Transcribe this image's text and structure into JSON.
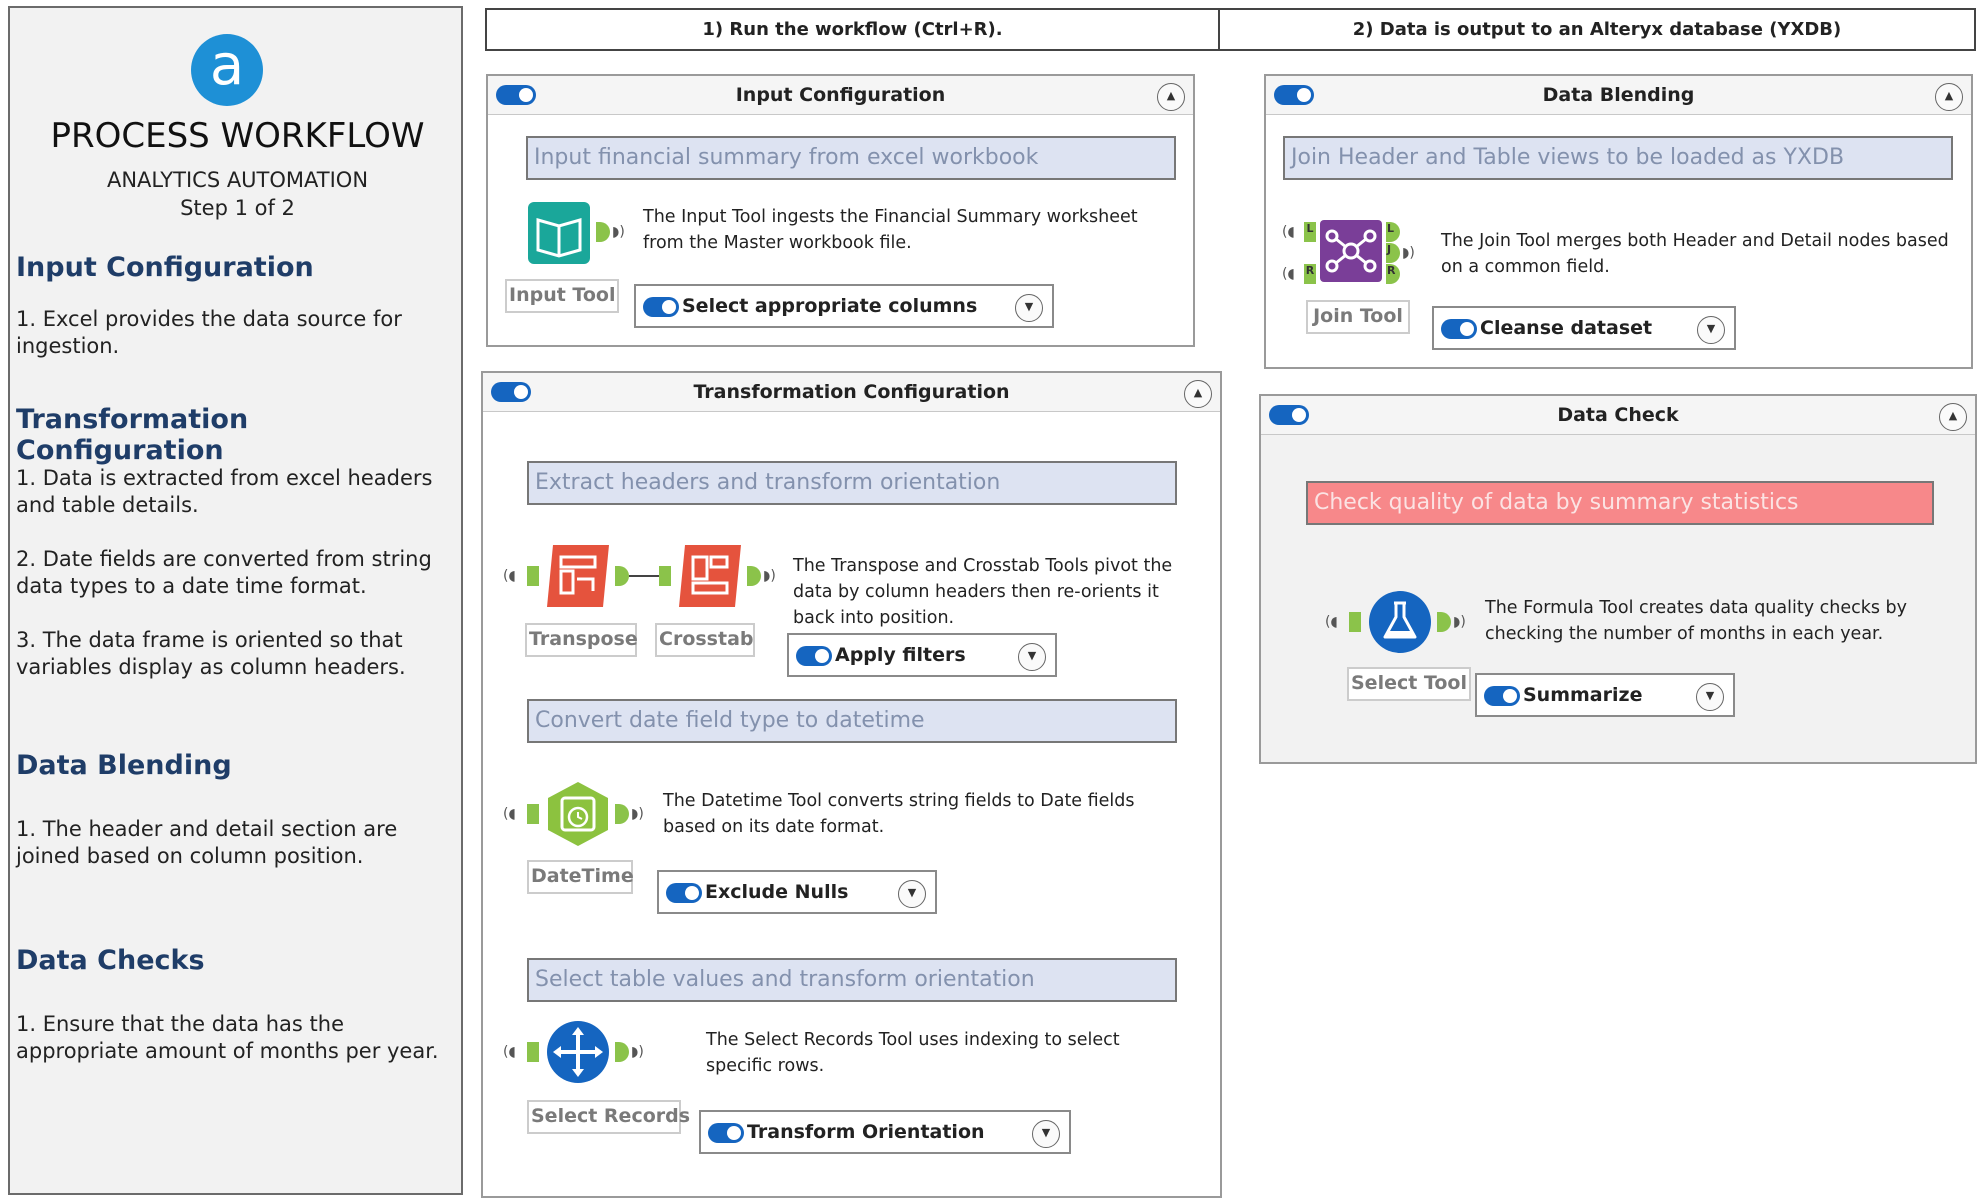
{
  "left_panel": {
    "logo_letter": "a",
    "title": "PROCESS WORKFLOW",
    "subtitle": "ANALYTICS AUTOMATION",
    "step": "Step 1 of 2",
    "sections": [
      {
        "heading": "Input Configuration",
        "items": [
          "1. Excel provides the data source for ingestion."
        ]
      },
      {
        "heading": "Transformation Configuration",
        "items": [
          "1. Data is extracted from excel headers and table details.",
          "2. Date fields are converted from string data types to a date time format.",
          "3. The data frame is oriented so that variables display as column headers."
        ]
      },
      {
        "heading": "Data Blending",
        "items": [
          "1. The header and detail section are joined based on column position."
        ]
      },
      {
        "heading": "Data Checks",
        "items": [
          "1. Ensure that the data has the appropriate amount of months per year."
        ]
      }
    ]
  },
  "header": {
    "step1": "1) Run the workflow (Ctrl+R).",
    "step2": "2) Data is output to an Alteryx database (YXDB)"
  },
  "input_config": {
    "title": "Input Configuration",
    "comment": "Input financial summary from excel workbook",
    "description": "The Input Tool ingests the Financial Summary worksheet from the Master workbook file.",
    "tool_label": "Input Tool",
    "action": "Select appropriate columns"
  },
  "transformation": {
    "title": "Transformation Configuration",
    "comment1": "Extract headers and transform orientation",
    "desc1": "The Transpose and Crosstab Tools pivot the data by column headers then re-orients it back into position.",
    "transpose_label": "Transpose",
    "crosstab_label": "Crosstab",
    "action1": "Apply filters",
    "comment2": "Convert date field type to datetime",
    "desc2": "The Datetime Tool converts string fields to Date fields based on its date format.",
    "datetime_label": "DateTime",
    "action2": "Exclude Nulls",
    "comment3": "Select table values and transform orientation",
    "desc3": "The Select Records Tool uses indexing to select specific rows.",
    "select_records_label": "Select Records",
    "action3": "Transform Orientation"
  },
  "data_blending": {
    "title": "Data Blending",
    "comment": "Join Header and Table views to be loaded as YXDB",
    "description": "The Join Tool merges both Header and Detail nodes based on a common field.",
    "tool_label": "Join Tool",
    "action": "Cleanse dataset",
    "anchors": {
      "left": "L",
      "right": "R",
      "j": "J"
    }
  },
  "data_check": {
    "title": "Data Check",
    "comment": "Check quality of data by summary statistics",
    "description": "The Formula Tool creates data quality checks by checking the number of months in each year.",
    "tool_label": "Select Tool",
    "action": "Summarize"
  },
  "icons": {
    "toggle": "toggle-on-icon",
    "collapse": "chevron-up-circle-icon",
    "expand": "chevron-down-circle-icon"
  },
  "colors": {
    "accent": "#1565c0",
    "logo": "#1e90d6",
    "input_tool": "#1aa79a",
    "transpose_tool": "#e5533d",
    "datetime_tool": "#8cc23f",
    "select_records_tool": "#1565c0",
    "join_tool": "#7a3e98",
    "formula_tool": "#1565c0",
    "comment_bg": "#dde3f2",
    "alert_comment_bg": "#f7888a"
  }
}
